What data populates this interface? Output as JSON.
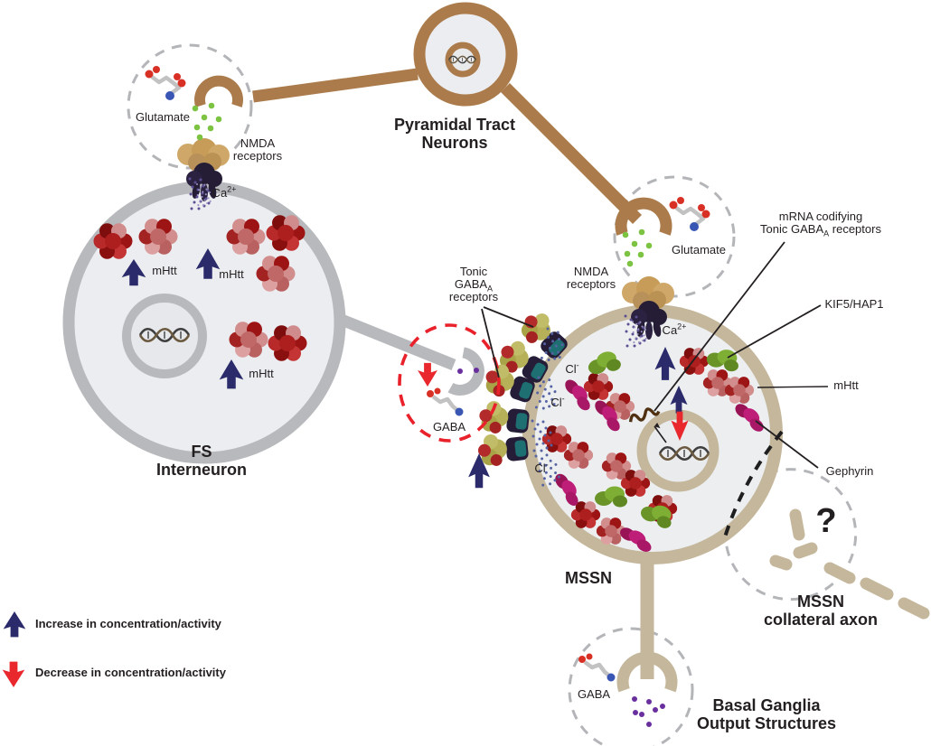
{
  "figure": {
    "type": "neuroscience-pathway-diagram",
    "subject": "Huntington disease striatal circuit alterations"
  },
  "labels": {
    "pyramidal": {
      "line1": "Pyramidal Tract",
      "line2": "Neurons"
    },
    "fs": {
      "line1": "FS",
      "line2": "Interneuron"
    },
    "mssn": "MSSN",
    "collateral": {
      "line1": "MSSN",
      "line2": "collateral axon"
    },
    "basal": {
      "line1": "Basal Ganglia",
      "line2": "Output Structures"
    },
    "glutamate": "Glutamate",
    "nmda": {
      "line1": "NMDA",
      "line2": "receptors"
    },
    "ca": {
      "base": "Ca",
      "sup": "2+"
    },
    "cl": {
      "base": "Cl",
      "sup": "-"
    },
    "mhtt": "mHtt",
    "gaba": "GABA",
    "tonic": {
      "line1": "Tonic",
      "line2_base": "GABA",
      "line2_sub": "A",
      "line3": "receptors"
    },
    "mrna": {
      "line1": "mRNA codifying",
      "line2_base": "Tonic GABA",
      "line2_sub": "A",
      "line2_post": " receptors"
    },
    "kif5": "KIF5/HAP1",
    "gephyrin": "Gephyrin",
    "question": "?"
  },
  "legend": {
    "increase": "Increase in concentration/activity",
    "decrease": "Decrease in concentration/activity"
  },
  "colors": {
    "pyramidal_brown": "#ab7b4b",
    "mssn_tan": "#c4b79b",
    "fs_gray": "#b7b9bc",
    "cell_interior": "#ebedf0",
    "increase_arrow_navy": "#2b2a6b",
    "decrease_arrow_red": "#e8282c",
    "red_dashed_circle": "#e8212a",
    "gray_dashed_circle": "#b3b5b8",
    "glutamate_dot_green": "#7cc342",
    "gaba_dot_purple": "#6a2f9e",
    "chloride_dot_blue": "#5563a3",
    "nmda_receptor_tan": "#cfa869",
    "gabaa_receptor_olive": "#b6b158",
    "gabaa_receptor_teal": "#1e6f72",
    "mhtt_red": "#a81b1b",
    "kif5_green": "#7aa832",
    "gephyrin_magenta": "#bb1d74",
    "text": "#231f20"
  },
  "icons": {
    "dna": "dna-helix-icon",
    "mrna": "mrna-squiggle-icon",
    "glutamate_molecule": "glutamate-molecule-icon",
    "gaba_molecule": "gaba-molecule-icon",
    "question_mark": "question-mark-glyph"
  }
}
